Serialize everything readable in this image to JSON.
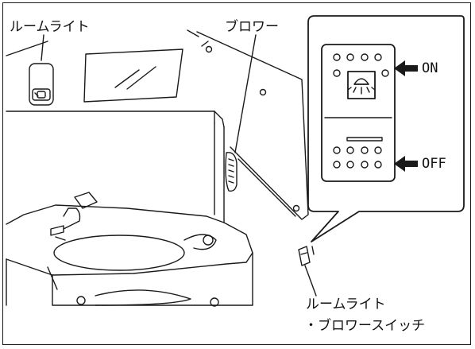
{
  "labels": {
    "room_light": "ルームライト",
    "blower": "ブロワー",
    "switch_line1": "ルームライト",
    "switch_line2": "・ブロワースイッチ",
    "on": "ON",
    "off": "OFF"
  },
  "colors": {
    "line": "#1a1a1a",
    "background": "#ffffff"
  }
}
